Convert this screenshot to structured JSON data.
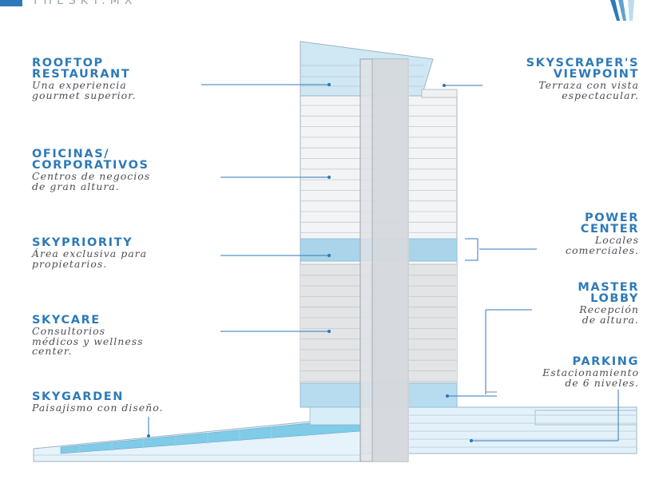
{
  "brand": "THESKY.MX",
  "colors": {
    "accent": "#2e7ab8",
    "highlight": "#a9d4ea",
    "text": "#4b4f55"
  },
  "labels": {
    "rooftop": {
      "title": "ROOFTOP\nRESTAURANT",
      "desc": "Una experiencia\ngourmet superior."
    },
    "offices": {
      "title": "OFICINAS/\nCORPORATIVOS",
      "desc": "Centros de negocios\nde gran altura."
    },
    "skypriority": {
      "title": "SKYPRIORITY",
      "desc": "Área exclusiva para\npropietarios."
    },
    "skycare": {
      "title": "SKYCARE",
      "desc": "Consultorios\nmédicos y wellness\ncenter."
    },
    "skygarden": {
      "title": "SKYGARDEN",
      "desc": "Paisajismo con diseño."
    },
    "viewpoint": {
      "title": "SKYSCRAPER'S\nVIEWPOINT",
      "desc": "Terraza con vista\nespectacular."
    },
    "power_center": {
      "title": "POWER\nCENTER",
      "desc": "Locales\ncomerciales."
    },
    "master_lobby": {
      "title": "MASTER\nLOBBY",
      "desc": "Recepción\nde altura."
    },
    "parking": {
      "title": "PARKING",
      "desc": "Estacionamiento\nde 6 niveles."
    }
  }
}
